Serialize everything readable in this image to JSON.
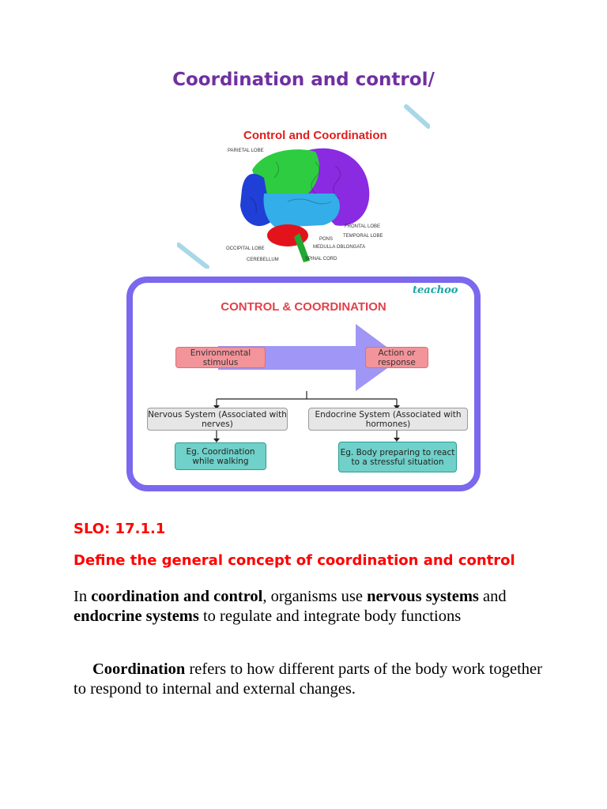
{
  "title": "Coordination and control/",
  "brain_figure": {
    "title": "Control and  Coordination",
    "labels": {
      "parietal": "PARIETAL LOBE",
      "frontal": "FRONTAL LOBE",
      "temporal": "TEMPORAL LOBE",
      "pons": "PONS",
      "medulla": "MEDULLA OBLONGATA",
      "occipital": "OCCIPITAL LOBE",
      "cerebellum": "CEREBELLUM",
      "spinal": "SPINAL CORD"
    }
  },
  "flowchart": {
    "brand": "teachoo",
    "heading": "CONTROL & COORDINATION",
    "stimulus": "Environmental stimulus",
    "response": "Action or response",
    "nervous": "Nervous System (Associated with nerves)",
    "endocrine": "Endocrine System (Associated with hormones)",
    "nervous_eg": "Eg. Coordination while walking",
    "endocrine_eg": "Eg. Body preparing to react to a stressful situation"
  },
  "slo": "SLO: 17.1.1",
  "define": "Define the general concept of coordination and control",
  "paragraph1": {
    "t1": "In ",
    "b1": "coordination and control",
    "t2": ", organisms use ",
    "b2": "nervous systems",
    "t3": " and ",
    "b3": "endocrine systems",
    "t4": " to regulate and integrate body functions"
  },
  "paragraph2": {
    "b1": "Coordination",
    "t1": " refers to how different parts of the body work together to respond to internal and external changes."
  }
}
